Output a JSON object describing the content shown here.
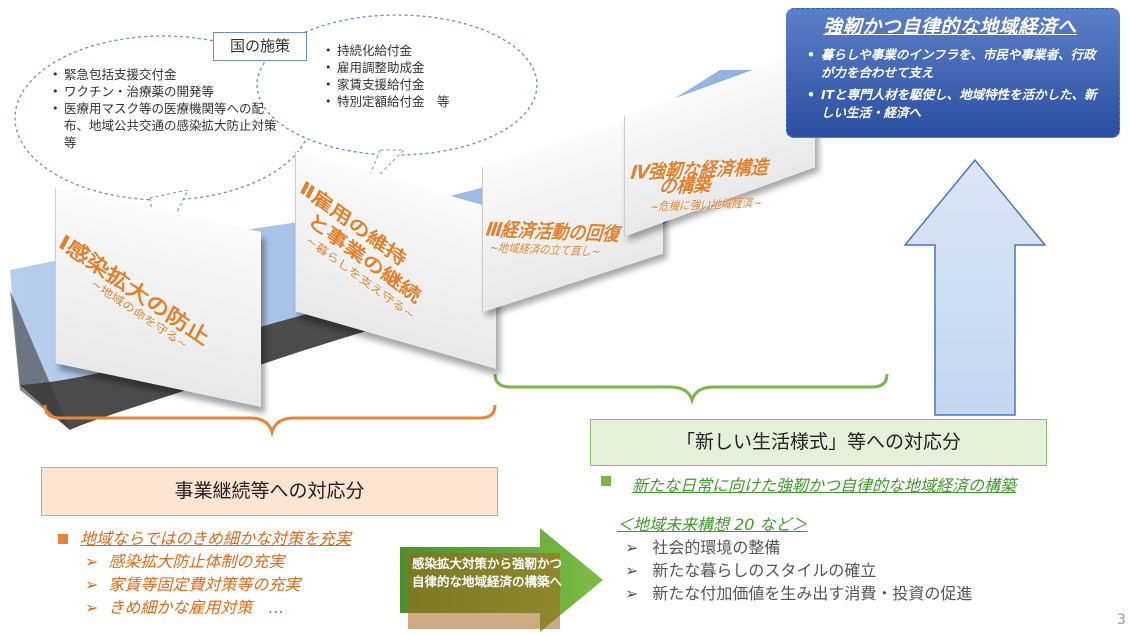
{
  "bubble": {
    "title": "国の施策",
    "left_items": [
      "緊急包括支援交付金",
      "ワクチン・治療薬の開発等",
      "医療用マスク等の医療機関等への配布、地域公共交通の感染拡大防止対策　等"
    ],
    "right_items": [
      "持続化給付金",
      "雇用調整助成金",
      "家賃支援給付金",
      "特別定額給付金　等"
    ]
  },
  "stages": [
    {
      "title": "Ⅰ感染拡大の防止",
      "subtitle": "~地域の命を守る~"
    },
    {
      "title_1": "Ⅱ雇用の維持",
      "title_2": "と事業の継続",
      "subtitle": "~暮らしを支え守る~"
    },
    {
      "title": "Ⅲ経済活動の回復",
      "subtitle": "~地域経済の立て直し~"
    },
    {
      "title_1": "Ⅳ強靭な経済構造",
      "title_2": "の構築",
      "subtitle": "~危機に強い地域経済~"
    }
  ],
  "goal": {
    "title": "強靭かつ自律的な地域経済へ",
    "items": [
      "暮らしや事業のインフラを、市民や事業者、行政が力を合わせて支え",
      "ITと専門人材を駆使し、地域特性を活かした、新しい生活・経済へ"
    ]
  },
  "left_section": {
    "box_label": "事業継続等への対応分",
    "heading": "地域ならではのきめ細かな対策を充実",
    "items": [
      "感染拡大防止体制の充実",
      "家賃等固定費対策等の充実",
      "きめ細かな雇用対策　…"
    ]
  },
  "arrow": {
    "label": "感染拡大対策から強靭かつ自律的な地域経済の構築へ"
  },
  "right_section": {
    "box_label": "「新しい生活様式」等への対応分",
    "heading": "新たな日常に向けた強靭かつ自律的な地域経済の構築",
    "plan_title": "＜地域未来構想 20 など＞",
    "items": [
      "社会的環境の整備",
      "新たな暮らしのスタイルの確立",
      "新たな付加価値を生み出す消費・投資の促進"
    ]
  },
  "page_number": "3",
  "colors": {
    "orange": "#e47f2d",
    "green": "#3f9a2a",
    "blue": "#2b4fa0",
    "ribbon": "#a9c4ea"
  }
}
